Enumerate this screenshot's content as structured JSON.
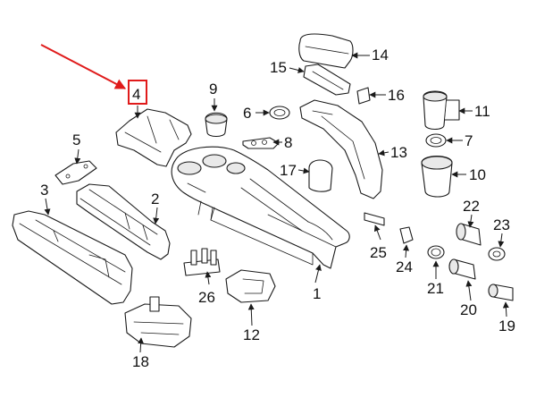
{
  "diagram": {
    "highlight_color": "#e01b1b",
    "line_color": "#1a1a1a",
    "callouts": {
      "c1": "1",
      "c2": "2",
      "c3": "3",
      "c4": "4",
      "c5": "5",
      "c6": "6",
      "c7": "7",
      "c8": "8",
      "c9": "9",
      "c10": "10",
      "c11": "11",
      "c12": "12",
      "c13": "13",
      "c14": "14",
      "c15": "15",
      "c16": "16",
      "c17": "17",
      "c18": "18",
      "c19": "19",
      "c20": "20",
      "c21": "21",
      "c22": "22",
      "c23": "23",
      "c24": "24",
      "c25": "25",
      "c26": "26"
    }
  }
}
